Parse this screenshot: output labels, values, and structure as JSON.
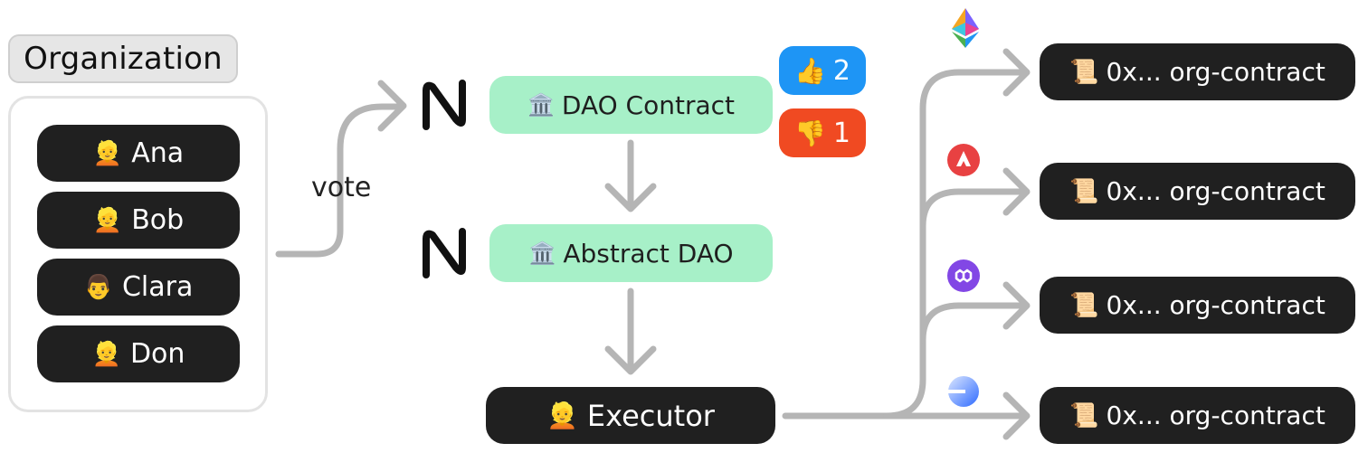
{
  "organization": {
    "title": "Organization",
    "members": [
      {
        "emoji": "👱",
        "name": "Ana"
      },
      {
        "emoji": "👱",
        "name": "Bob"
      },
      {
        "emoji": "👨",
        "name": "Clara"
      },
      {
        "emoji": "👱",
        "name": "Don"
      }
    ]
  },
  "vote_label": "vote",
  "contracts": {
    "dao": {
      "emoji": "🏛️",
      "label": "DAO Contract"
    },
    "abstract": {
      "emoji": "🏛️",
      "label": "Abstract DAO"
    }
  },
  "votes": {
    "up": {
      "emoji": "👍",
      "count": "2"
    },
    "down": {
      "emoji": "👎",
      "count": "1"
    }
  },
  "executor": {
    "emoji": "👱",
    "label": "Executor"
  },
  "targets": [
    {
      "chain": "ethereum-icon",
      "emoji": "📜",
      "label": "0x... org-contract"
    },
    {
      "chain": "avalanche-icon",
      "emoji": "📜",
      "label": "0x... org-contract"
    },
    {
      "chain": "polygon-icon",
      "emoji": "📜",
      "label": "0x... org-contract"
    },
    {
      "chain": "base-icon",
      "emoji": "📜",
      "label": "0x... org-contract"
    }
  ],
  "colors": {
    "dark_pill": "#202020",
    "contract_green": "#a7f0c8",
    "thumbs_up": "#1e95f5",
    "thumbs_down": "#f04a22",
    "arrow": "#b5b5b5"
  }
}
